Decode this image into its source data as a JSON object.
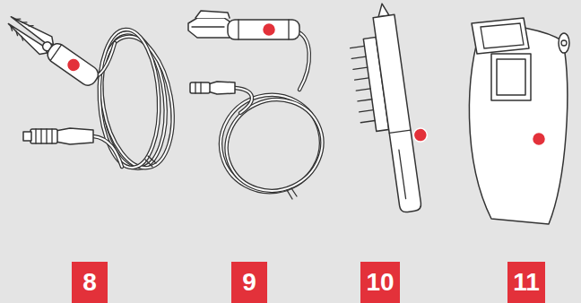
{
  "diagram": {
    "labels": [
      "8",
      "9",
      "10",
      "11"
    ]
  }
}
